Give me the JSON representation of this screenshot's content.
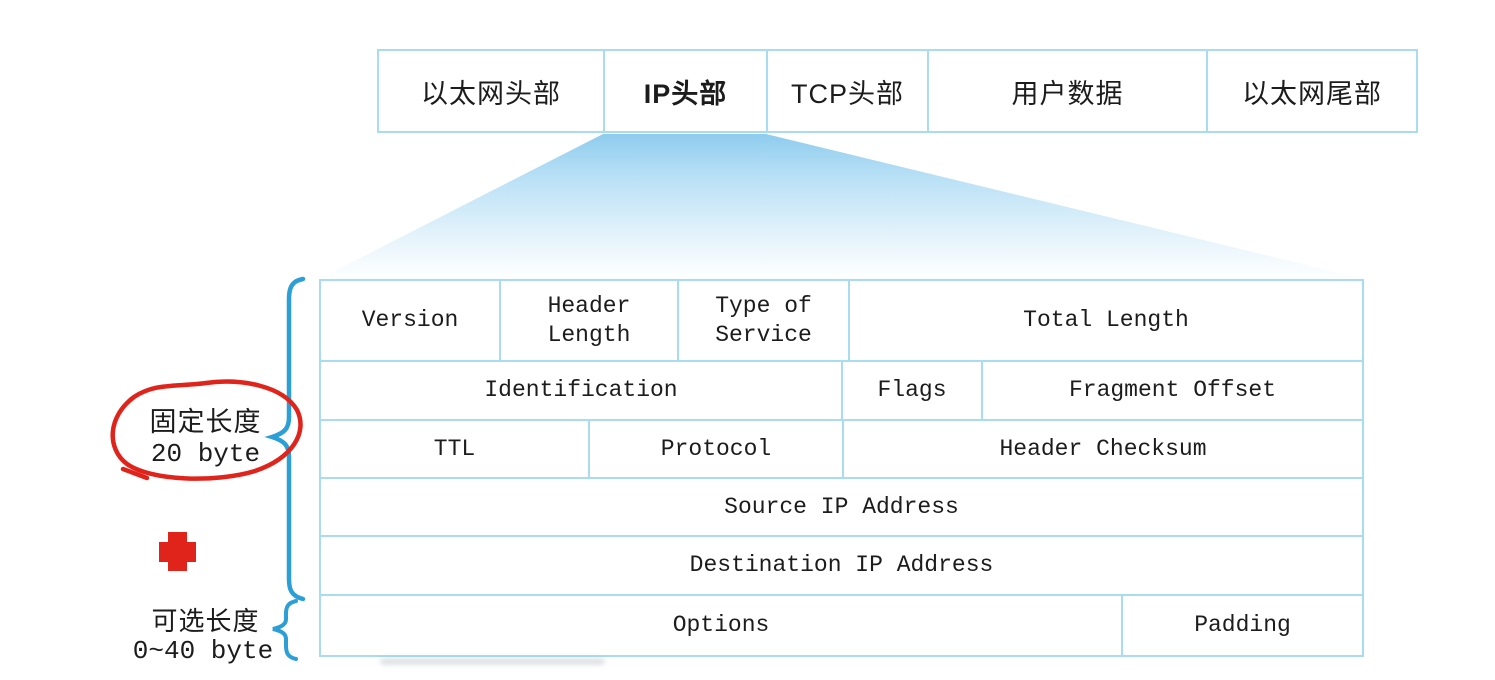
{
  "frame_row": {
    "ethernet_header": "以太网头部",
    "ip_header": "IP头部",
    "tcp_header": "TCP头部",
    "user_data": "用户数据",
    "ethernet_trailer": "以太网尾部"
  },
  "ip_table": {
    "version": "Version",
    "header_length": "Header Length",
    "type_of_service": "Type of Service",
    "total_length": "Total Length",
    "identification": "Identification",
    "flags": "Flags",
    "fragment_offset": "Fragment Offset",
    "ttl": "TTL",
    "protocol": "Protocol",
    "header_checksum": "Header Checksum",
    "source_ip": "Source IP Address",
    "destination_ip": "Destination IP Address",
    "options": "Options",
    "padding": "Padding"
  },
  "annotations": {
    "fixed_length_label": "固定长度",
    "fixed_length_value": "20 byte",
    "optional_length_label": "可选长度",
    "optional_length_value": "0~40 byte"
  },
  "icons": {
    "fixed_length_brace": "curly-brace-left",
    "optional_length_brace": "curly-brace-left",
    "red_circle": "hand-drawn-red-ellipse",
    "red_cross": "red-plus-cross"
  },
  "colors": {
    "table_border": "#a9dcf0",
    "brace_blue": "#2b9fd6",
    "annotation_red": "#e0241b",
    "trapezoid_top": "#8fccee",
    "text": "#1c1c1c"
  }
}
